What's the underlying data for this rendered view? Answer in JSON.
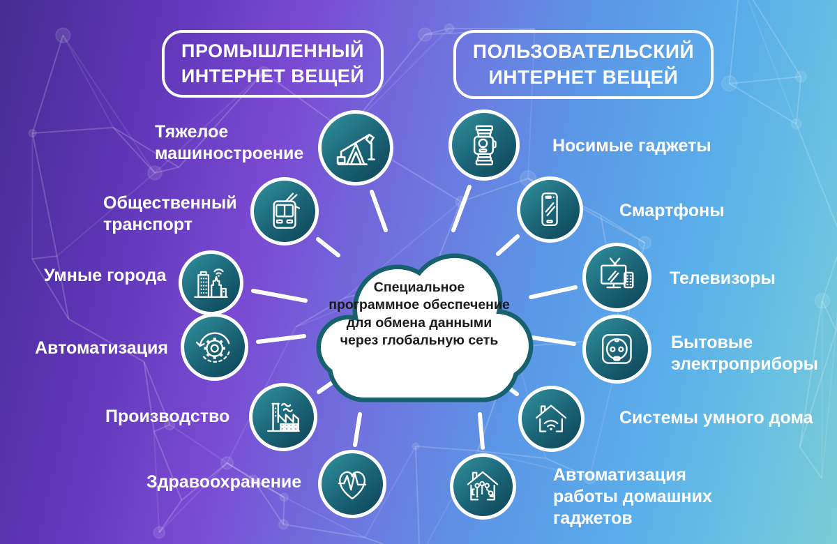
{
  "headers": {
    "industrial": {
      "lines": [
        "ПРОМЫШЛЕННЫЙ",
        "ИНТЕРНЕТ ВЕЩЕЙ"
      ]
    },
    "consumer": {
      "lines": [
        "ПОЛЬЗОВАТЕЛЬСКИЙ",
        "ИНТЕРНЕТ ВЕЩЕЙ"
      ]
    }
  },
  "cloud": {
    "lines": [
      "Специальное",
      "программное обеспечение",
      "для обмена данными",
      "через глобальную сеть"
    ]
  },
  "industrial_items": [
    {
      "label": "Тяжелое машиностроение",
      "icon": "oil-pumpjack-icon"
    },
    {
      "label": "Общественный транспорт",
      "icon": "trolleybus-icon"
    },
    {
      "label": "Умные города",
      "icon": "smart-city-icon"
    },
    {
      "label": "Автоматизация",
      "icon": "automation-gear-icon"
    },
    {
      "label": "Производство",
      "icon": "factory-icon"
    },
    {
      "label": "Здравоохранение",
      "icon": "healthcare-heart-icon"
    }
  ],
  "consumer_items": [
    {
      "label": "Носимые гаджеты",
      "icon": "smartwatch-icon"
    },
    {
      "label": "Смартфоны",
      "icon": "smartphone-icon"
    },
    {
      "label": "Телевизоры",
      "icon": "tv-icon"
    },
    {
      "label": "Бытовые электроприборы",
      "icon": "power-socket-icon"
    },
    {
      "label": "Системы умного дома",
      "icon": "smart-home-icon"
    },
    {
      "label": "Автоматизация работы домашних гаджетов",
      "icon": "home-automation-icon"
    }
  ],
  "colors": {
    "background_purple": "#462d92",
    "background_violet": "#7a4ad2",
    "background_blue": "#5aaeea",
    "background_teal": "#7bccd6",
    "icon_teal_light": "#31929e",
    "icon_teal_dark": "#0c4556",
    "cloud_border": "#17616f",
    "cloud_fill": "#ffffff",
    "cloud_text": "#1b1b1b",
    "text_white": "#ffffff"
  }
}
